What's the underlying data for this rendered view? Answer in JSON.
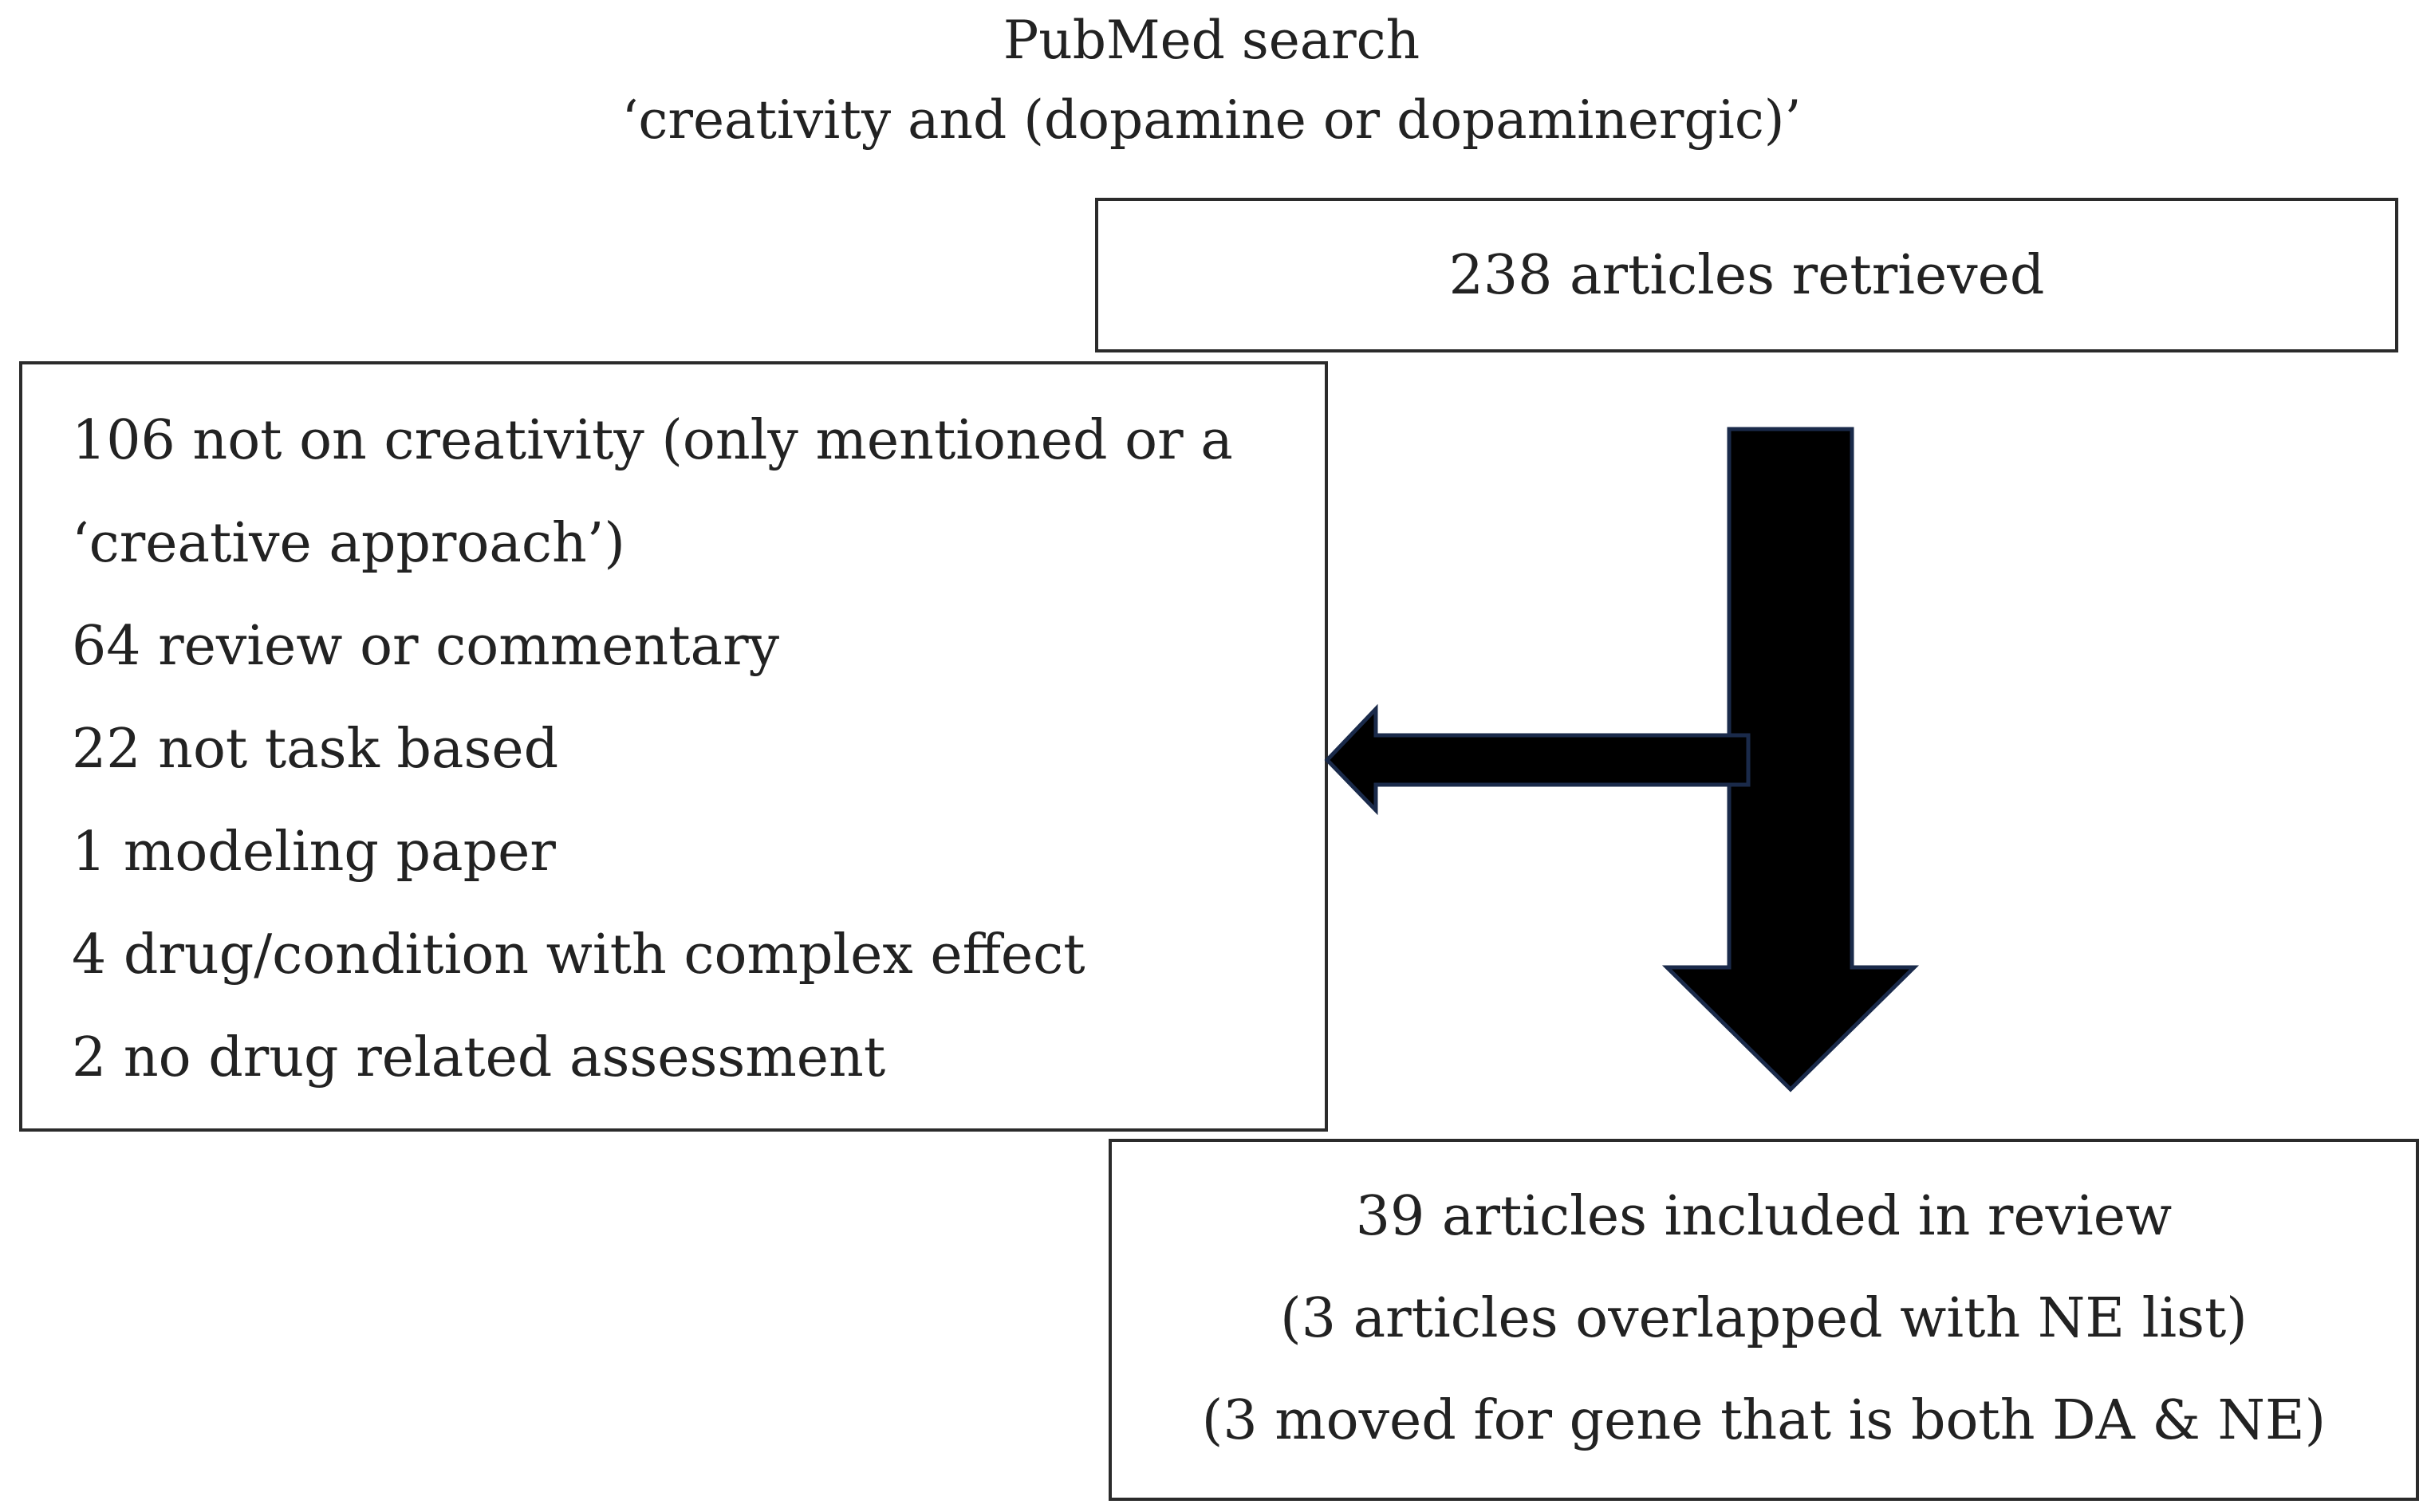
{
  "search": {
    "title": "PubMed search",
    "query": "‘creativity and (dopamine or dopaminergic)’"
  },
  "retrieved": {
    "text": "238 articles retrieved"
  },
  "excluded": {
    "lines": [
      "106 not on creativity (only mentioned or a",
      "‘creative approach’)",
      "64 review or commentary",
      "22 not task based",
      "1 modeling paper",
      "4 drug/condition with complex effect",
      "2 no drug related assessment"
    ]
  },
  "included": {
    "lines": [
      "39 articles included in review",
      "(3 articles overlapped with NE list)",
      "(3 moved for gene that is both DA & NE)"
    ]
  },
  "colors": {
    "arrow_fill": "#000000",
    "arrow_stroke": "#1a2a4a",
    "box_border": "#2b2b2b"
  }
}
